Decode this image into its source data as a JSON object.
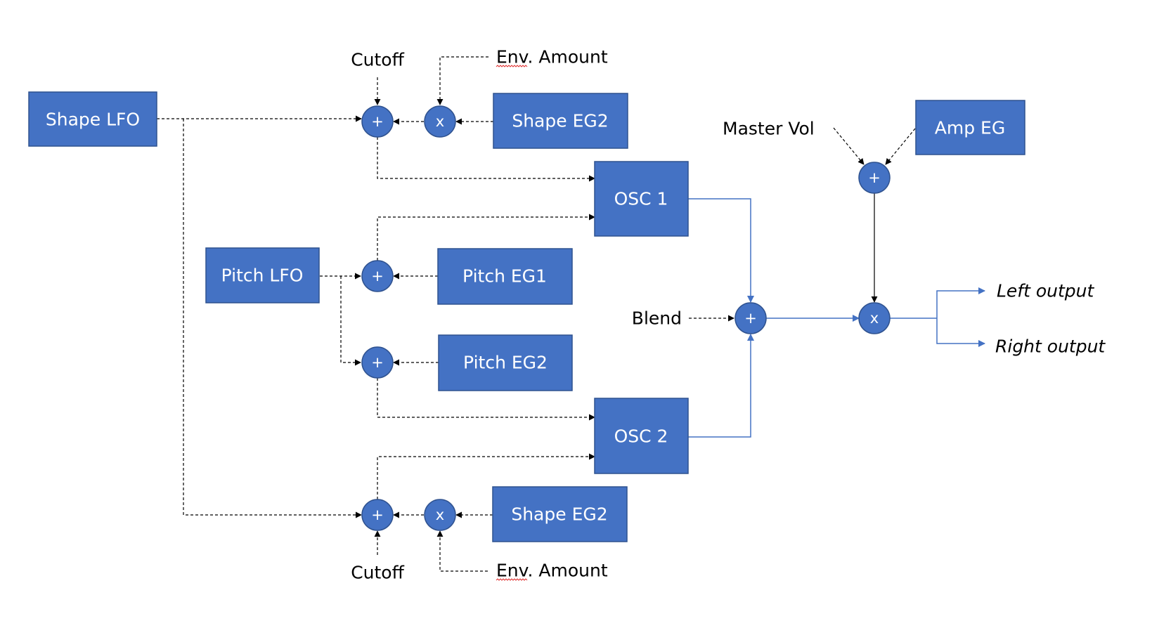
{
  "diagram": {
    "blocks": {
      "shape_lfo": "Shape LFO",
      "shape_eg2_top": "Shape EG2",
      "shape_eg2_bottom": "Shape EG2",
      "osc1": "OSC 1",
      "osc2": "OSC 2",
      "pitch_lfo": "Pitch LFO",
      "pitch_eg1": "Pitch EG1",
      "pitch_eg2": "Pitch EG2",
      "amp_eg": "Amp EG"
    },
    "operators": {
      "add": "+",
      "multiply": "x"
    },
    "labels": {
      "cutoff_top": "Cutoff",
      "env_amount_top": "Env. Amount",
      "cutoff_bottom": "Cutoff",
      "env_amount_bottom": "Env. Amount",
      "master_vol": "Master Vol",
      "blend": "Blend",
      "left_output": "Left output",
      "right_output": "Right output"
    },
    "colors": {
      "block_fill": "#4472C4",
      "block_stroke": "#2F528F",
      "audio_line": "#4472C4",
      "control_line": "#000000",
      "spellcheck": "#E03030"
    }
  }
}
